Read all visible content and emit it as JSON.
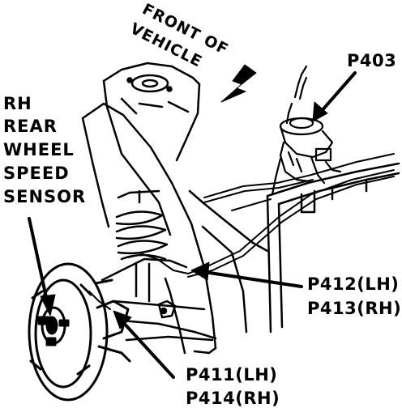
{
  "orientation": {
    "line1": "FRONT OF",
    "line2": "VEHICLE"
  },
  "sensor_label": {
    "lines": [
      "RH",
      "REAR",
      "WHEEL",
      "SPEED",
      "SENSOR"
    ]
  },
  "connectors": {
    "p403": "P403",
    "p412": "P412(LH)",
    "p413": "P413(RH)",
    "p411": "P411(LH)",
    "p414": "P414(RH)"
  },
  "colors": {
    "ink": "#000000",
    "paper": "#ffffff"
  }
}
